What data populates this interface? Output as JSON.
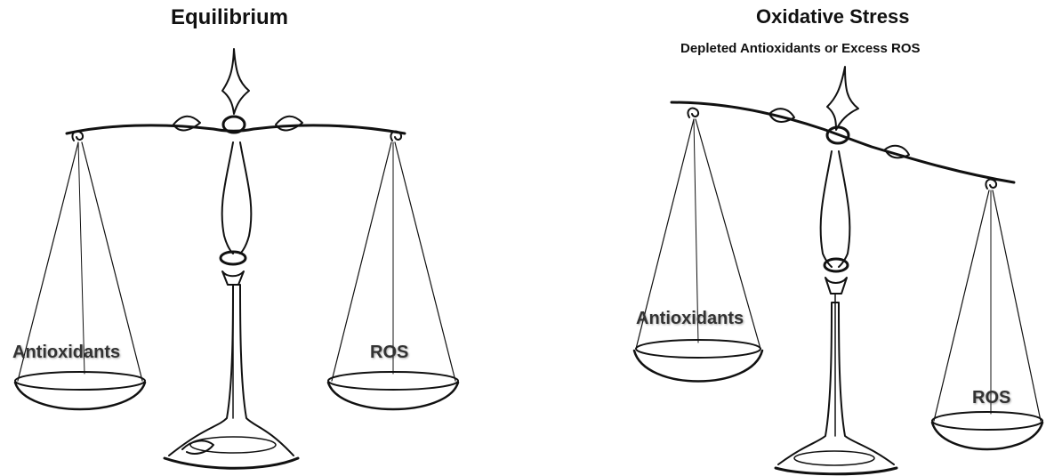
{
  "left_panel": {
    "title": "Equilibrium",
    "left_pan_label": "Antioxidants",
    "right_pan_label": "ROS"
  },
  "right_panel": {
    "title": "Oxidative Stress",
    "subtitle": "Depleted Antioxidants or Excess ROS",
    "left_pan_label": "Antioxidants",
    "right_pan_label": "ROS"
  }
}
